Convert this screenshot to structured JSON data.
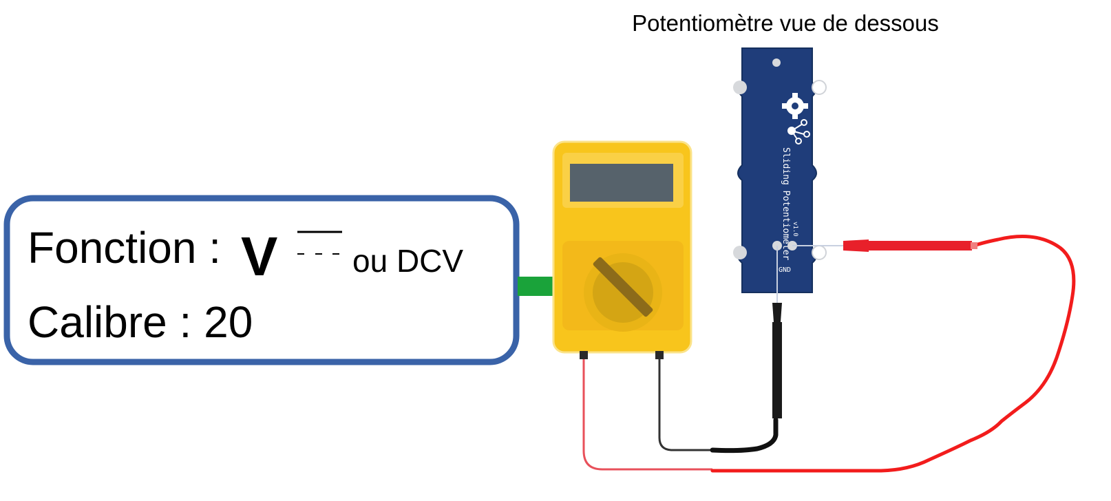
{
  "title": "Potentiomètre vue de dessous",
  "settings_box": {
    "function_label": "Fonction :",
    "function_symbol": "V",
    "function_alt": "ou DCV",
    "range_label": "Calibre : 20"
  },
  "board": {
    "name": "Sliding Potentiometer",
    "version": "v1.0",
    "pin_labels": "GND"
  },
  "colors": {
    "box_border": "#3a63a8",
    "arrow": "#1aa33a",
    "multimeter_body": "#f8c51c",
    "multimeter_inner": "#fad046",
    "screen": "#56626b",
    "dial": "#d4a514",
    "pcb": "#1f3d7a",
    "probe_red": "#e8202a",
    "probe_black": "#222222"
  }
}
